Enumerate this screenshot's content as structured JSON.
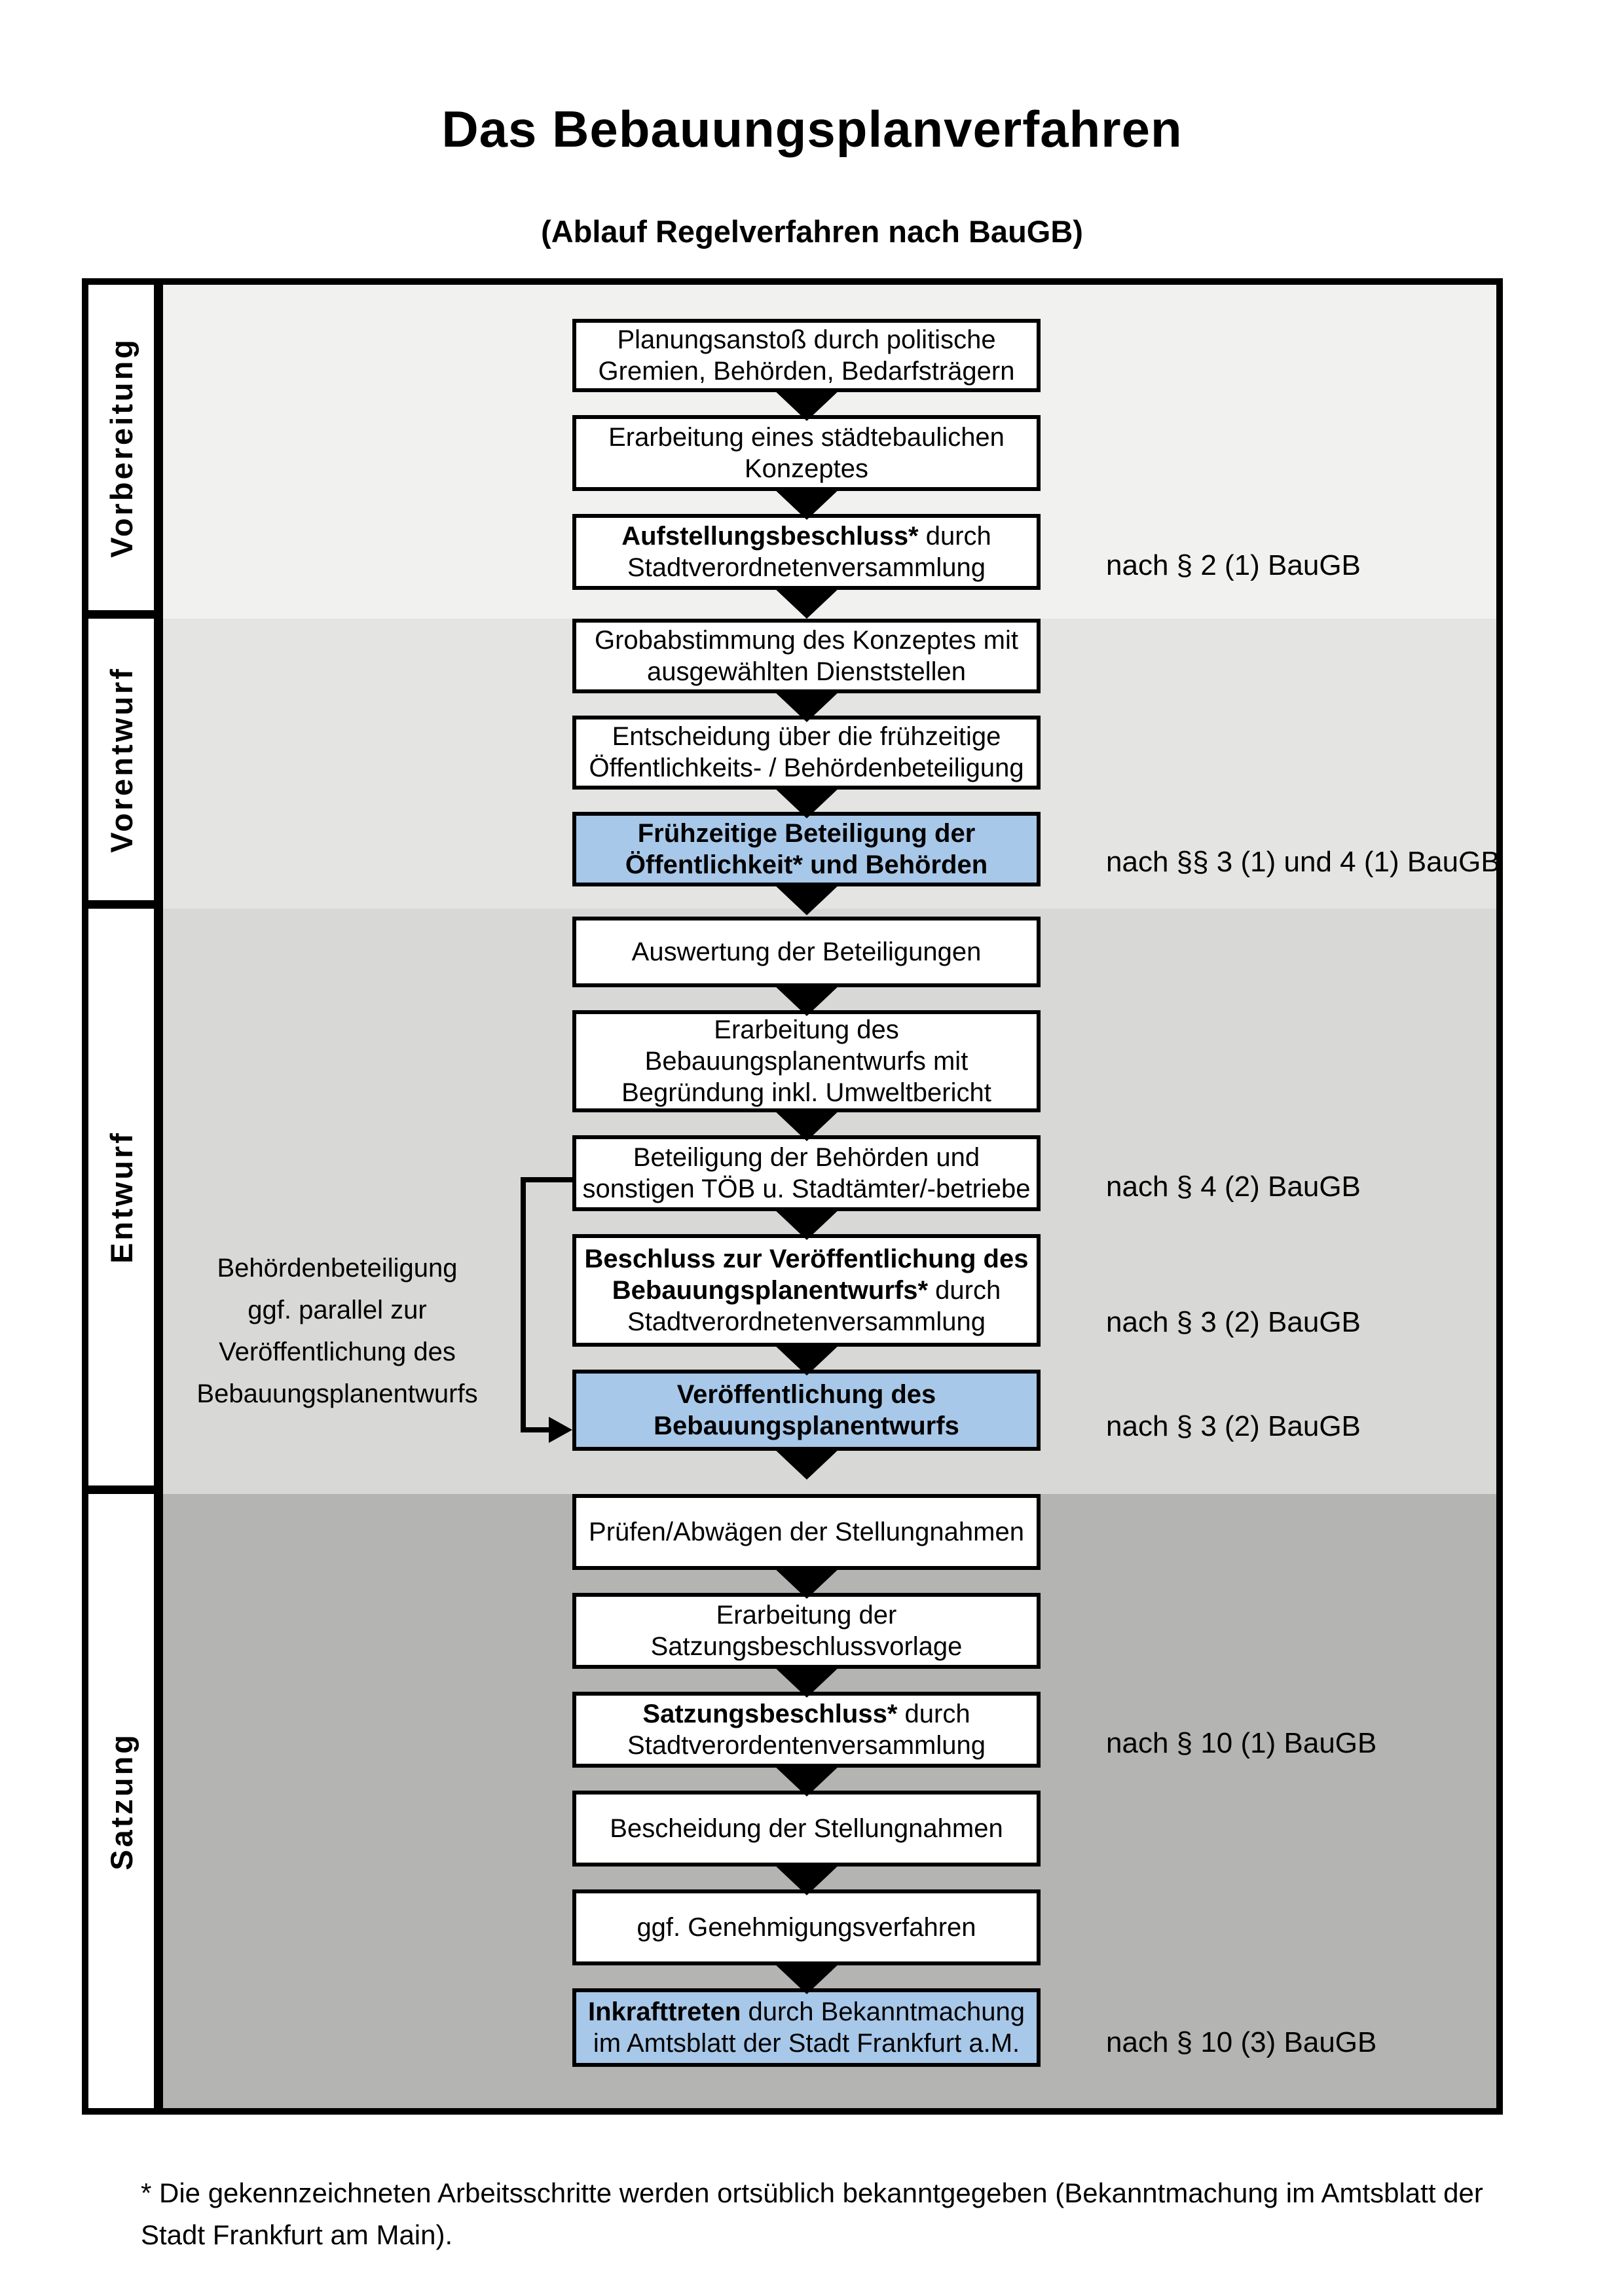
{
  "title": "Das Bebauungsplanverfahren",
  "subtitle": "(Ablauf Regelverfahren nach BauGB)",
  "footnote": "* Die gekennzeichneten Arbeitsschritte werden ortsüblich bekanntgegeben (Bekanntmachung im Amtsblatt  der Stadt Frankfurt am Main).",
  "colors": {
    "highlight_box": "#a8c8e9",
    "box_bg": "#ffffff",
    "border": "#000000",
    "phase_bands": [
      "#f1f1f0",
      "#e4e4e3",
      "#d8d8d7",
      "#b4b4b3"
    ]
  },
  "phases": [
    {
      "label": "Vorbereitung"
    },
    {
      "label": "Vorentwurf"
    },
    {
      "label": "Entwurf"
    },
    {
      "label": "Satzung"
    }
  ],
  "side_note": {
    "lines": [
      "Behördenbeteiligung",
      "ggf. parallel zur",
      "Veröffentlichung des",
      "Bebauungsplanentwurfs"
    ]
  },
  "steps": [
    {
      "id": "planungsanstoss",
      "phase": 0,
      "highlight": false,
      "annotation": null,
      "lines": [
        [
          {
            "t": "Planungsanstoß durch politische",
            "b": false
          }
        ],
        [
          {
            "t": "Gremien, Behörden, Bedarfsträgern",
            "b": false
          }
        ]
      ]
    },
    {
      "id": "staedtebauliches-konzept",
      "phase": 0,
      "highlight": false,
      "annotation": null,
      "lines": [
        [
          {
            "t": "Erarbeitung eines städtebaulichen",
            "b": false
          }
        ],
        [
          {
            "t": "Konzeptes",
            "b": false
          }
        ]
      ]
    },
    {
      "id": "aufstellungsbeschluss",
      "phase": 0,
      "highlight": false,
      "annotation": "nach § 2 (1) BauGB",
      "lines": [
        [
          {
            "t": "Aufstellungsbeschluss*",
            "b": true
          },
          {
            "t": " durch",
            "b": false
          }
        ],
        [
          {
            "t": "Stadtverordnetenversammlung",
            "b": false
          }
        ]
      ]
    },
    {
      "id": "grobabstimmung",
      "phase": 1,
      "highlight": false,
      "annotation": null,
      "lines": [
        [
          {
            "t": "Grobabstimmung des Konzeptes mit",
            "b": false
          }
        ],
        [
          {
            "t": "ausgewählten Dienststellen",
            "b": false
          }
        ]
      ]
    },
    {
      "id": "entscheidung-beteiligung",
      "phase": 1,
      "highlight": false,
      "annotation": null,
      "lines": [
        [
          {
            "t": "Entscheidung über die frühzeitige",
            "b": false
          }
        ],
        [
          {
            "t": "Öffentlichkeits- / Behördenbeteiligung",
            "b": false
          }
        ]
      ]
    },
    {
      "id": "fruehzeitige-beteiligung",
      "phase": 1,
      "highlight": true,
      "annotation": "nach §§ 3 (1) und 4 (1) BauGB",
      "lines": [
        [
          {
            "t": "Frühzeitige Beteiligung der",
            "b": true
          }
        ],
        [
          {
            "t": "Öffentlichkeit* und Behörden",
            "b": true
          }
        ]
      ]
    },
    {
      "id": "auswertung",
      "phase": 2,
      "highlight": false,
      "annotation": null,
      "lines": [
        [
          {
            "t": "Auswertung der Beteiligungen",
            "b": false
          }
        ]
      ]
    },
    {
      "id": "erarbeitung-entwurf",
      "phase": 2,
      "highlight": false,
      "annotation": null,
      "lines": [
        [
          {
            "t": "Erarbeitung des",
            "b": false
          }
        ],
        [
          {
            "t": "Bebauungsplanentwurfs mit",
            "b": false
          }
        ],
        [
          {
            "t": "Begründung inkl. Umweltbericht",
            "b": false
          }
        ]
      ]
    },
    {
      "id": "behoerdenbeteiligung",
      "phase": 2,
      "highlight": false,
      "annotation": "nach § 4 (2) BauGB",
      "lines": [
        [
          {
            "t": "Beteiligung der Behörden und",
            "b": false
          }
        ],
        [
          {
            "t": "sonstigen TÖB u. Stadtämter/-betriebe",
            "b": false
          }
        ]
      ]
    },
    {
      "id": "beschluss-veroeffentlichung",
      "phase": 2,
      "highlight": false,
      "annotation": "nach § 3 (2) BauGB",
      "lines": [
        [
          {
            "t": "Beschluss zur Veröffentlichung des",
            "b": true
          }
        ],
        [
          {
            "t": "Bebauungsplanentwurfs*",
            "b": true
          },
          {
            "t": " durch",
            "b": false
          }
        ],
        [
          {
            "t": "Stadtverordnetenversammlung",
            "b": false
          }
        ]
      ]
    },
    {
      "id": "veroeffentlichung",
      "phase": 2,
      "highlight": true,
      "annotation": "nach § 3 (2) BauGB",
      "lines": [
        [
          {
            "t": "Veröffentlichung des",
            "b": true
          }
        ],
        [
          {
            "t": "Bebauungsplanentwurfs",
            "b": true
          }
        ]
      ]
    },
    {
      "id": "pruefen-abwaegen",
      "phase": 3,
      "highlight": false,
      "annotation": null,
      "lines": [
        [
          {
            "t": "Prüfen/Abwägen der Stellungnahmen",
            "b": false
          }
        ]
      ]
    },
    {
      "id": "satzungsbeschlussvorlage",
      "phase": 3,
      "highlight": false,
      "annotation": null,
      "lines": [
        [
          {
            "t": "Erarbeitung der",
            "b": false
          }
        ],
        [
          {
            "t": "Satzungsbeschlussvorlage",
            "b": false
          }
        ]
      ]
    },
    {
      "id": "satzungsbeschluss",
      "phase": 3,
      "highlight": false,
      "annotation": "nach § 10 (1) BauGB",
      "lines": [
        [
          {
            "t": "Satzungsbeschluss*",
            "b": true
          },
          {
            "t": " durch",
            "b": false
          }
        ],
        [
          {
            "t": "Stadtverordentenversammlung",
            "b": false
          }
        ]
      ]
    },
    {
      "id": "bescheidung",
      "phase": 3,
      "highlight": false,
      "annotation": null,
      "lines": [
        [
          {
            "t": "Bescheidung der Stellungnahmen",
            "b": false
          }
        ]
      ]
    },
    {
      "id": "genehmigungsverfahren",
      "phase": 3,
      "highlight": false,
      "annotation": null,
      "lines": [
        [
          {
            "t": "ggf. Genehmigungsverfahren",
            "b": false
          }
        ]
      ]
    },
    {
      "id": "inkrafttreten",
      "phase": 3,
      "highlight": true,
      "annotation": "nach § 10 (3) BauGB",
      "lines": [
        [
          {
            "t": "Inkrafttreten",
            "b": true
          },
          {
            "t": " durch Bekanntmachung",
            "b": false
          }
        ],
        [
          {
            "t": "im Amtsblatt der Stadt Frankfurt a.M.",
            "b": false
          }
        ]
      ]
    }
  ]
}
